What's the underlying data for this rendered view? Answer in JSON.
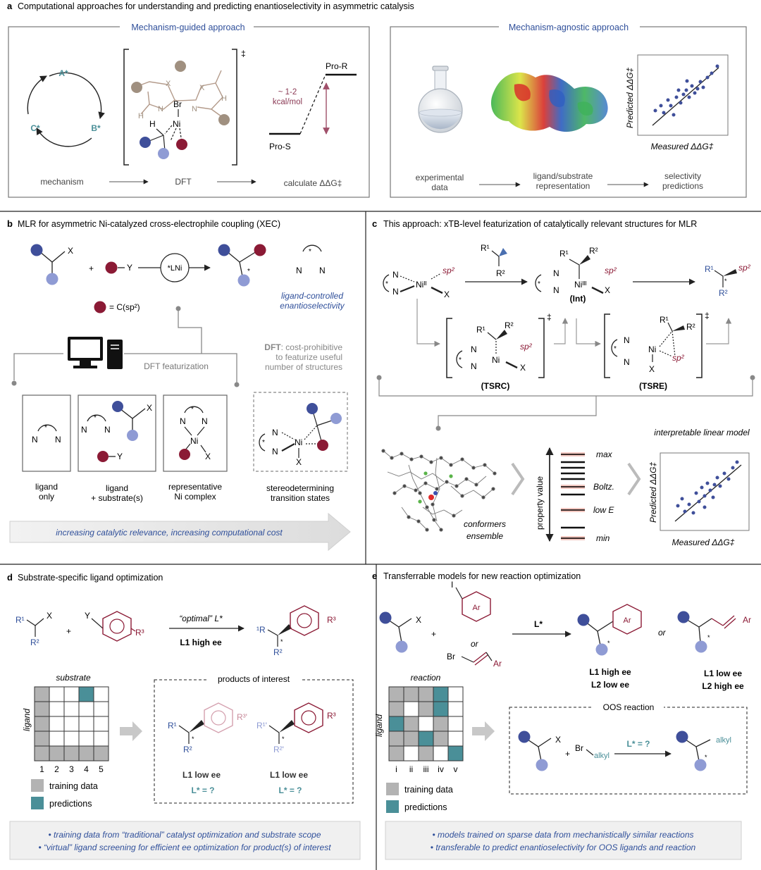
{
  "a": {
    "letter": "a",
    "title": "Computational approaches for understanding and predicting enantioselectivity in asymmetric catalysis",
    "mech_guided": "Mechanism-guided approach",
    "mech_agnostic": "Mechanism-agnostic approach",
    "cycle": {
      "a": "A*",
      "b": "B*",
      "c": "C*"
    },
    "complex": {
      "x1": "X",
      "x2": "X",
      "h1": "H",
      "h2": "H",
      "n1": "N",
      "n2": "N",
      "br": "Br",
      "ni": "Ni",
      "h3": "H",
      "dagger": "‡"
    },
    "energy": {
      "pro_r": "Pro-R",
      "pro_s": "Pro-S",
      "approx": "~ 1-2",
      "unit": "kcal/mol"
    },
    "flow": {
      "mechanism": "mechanism",
      "dft": "DFT",
      "calc": "calculate ΔΔG‡"
    },
    "plot": {
      "ylabel": "Predicted ΔΔG‡",
      "xlabel": "Measured ΔΔG‡"
    },
    "flow2": {
      "exp1": "experimental",
      "exp2": "data",
      "rep1": "ligand/substrate",
      "rep2": "representation",
      "sel1": "selectivity",
      "sel2": "predictions"
    }
  },
  "b": {
    "letter": "b",
    "title": "MLR for asymmetric Ni-catalyzed cross-electrophile coupling (XEC)",
    "x": "X",
    "plus": "+",
    "y": "Y",
    "lni": "*LNi",
    "star": "*",
    "n": "N",
    "csp2": "= C(sp²)",
    "lig_ctrl1": "ligand-controlled",
    "lig_ctrl2": "enantioselectivity",
    "dft_bold": "DFT",
    "dft_rest": ": cost-prohibitive",
    "dft2": "to featurize useful",
    "dft3": "number of structures",
    "dft_feat": "DFT featurization",
    "cap1a": "ligand",
    "cap1b": "only",
    "cap2a": "ligand",
    "cap2b": "+ substrate(s)",
    "cap3a": "representative",
    "cap3b": "Ni complex",
    "cap4a": "stereodetermining",
    "cap4b": "transition states",
    "ni": "Ni",
    "arrow": "increasing catalytic relevance, increasing computational cost"
  },
  "c": {
    "letter": "c",
    "title": "This approach: xTB-level featurization of catalytically relevant structures for MLR",
    "ni2": "Niᴵᴵ",
    "ni3": "Niᴵᴵᴵ",
    "ni": "Ni",
    "sp2": "sp²",
    "x": "X",
    "n": "N",
    "r1": "R¹",
    "r2": "R²",
    "star": "*",
    "int": "(Int)",
    "tsrc": "(TSRC)",
    "tsre": "(TSRE)",
    "dagger": "‡",
    "conf1": "conformers",
    "conf2": "ensemble",
    "prop": "property value",
    "levels": {
      "max": "max",
      "boltz": "Boltz.",
      "lowe": "low E",
      "min": "min"
    },
    "model_title": "interpretable linear model",
    "ylabel": "Predicted ΔΔG‡",
    "xlabel": "Measured ΔΔG‡"
  },
  "d": {
    "letter": "d",
    "title": "Substrate-specific ligand optimization",
    "r1": "R¹",
    "r2": "R²",
    "x": "X",
    "y": "Y",
    "r3": "R³",
    "r3p": "R³'",
    "r1p": "R¹'",
    "r2p": "R²'",
    "plus": "+",
    "star": "*",
    "one_r": "¹R",
    "optimal": "“optimal” L*",
    "l1_high": "L1 high ee",
    "grid_title": "substrate",
    "grid_ylabel": "ligand",
    "cols": [
      "1",
      "2",
      "3",
      "4",
      "5"
    ],
    "legend_train": "training data",
    "legend_pred": "predictions",
    "poi": "products of interest",
    "l1_low_a": "L1 low ee",
    "l1_low_b": "L1 low ee",
    "lq_a": "L* = ?",
    "lq_b": "L* = ?",
    "note1": "• training data from “traditional” catalyst optimization and substrate scope",
    "note2": "• “virtual” ligand screening for efficient ee optimization for product(s) of interest"
  },
  "e": {
    "letter": "e",
    "title": "Transferrable models for new reaction optimization",
    "x": "X",
    "plus": "+",
    "i": "I",
    "ar": "Ar",
    "or": "or",
    "br": "Br",
    "lstar": "L*",
    "star": "*",
    "p1a": "L1 high ee",
    "p1b": "L2 low ee",
    "p2a": "L1 low ee",
    "p2b": "L2 high ee",
    "grid_title": "reaction",
    "grid_ylabel": "ligand",
    "cols": [
      "i",
      "ii",
      "iii",
      "iv",
      "v"
    ],
    "legend_train": "training data",
    "legend_pred": "predictions",
    "oos": "OOS reaction",
    "alkyl": "alkyl",
    "lq": "L* = ?",
    "note1": "• models trained on sparse data from mechanistically similar reactions",
    "note2": "• transferable to predict enantioselectivity for OOS ligands and reaction"
  },
  "colors": {
    "blue_dark": "#3f4f9a",
    "blue_light": "#8f9bd4",
    "maroon": "#8b1a35",
    "teal": "#4a8f98",
    "gray_fill": "#b3b3b3",
    "title_blue": "#2f4f9a",
    "pink": "#c88a9a"
  }
}
